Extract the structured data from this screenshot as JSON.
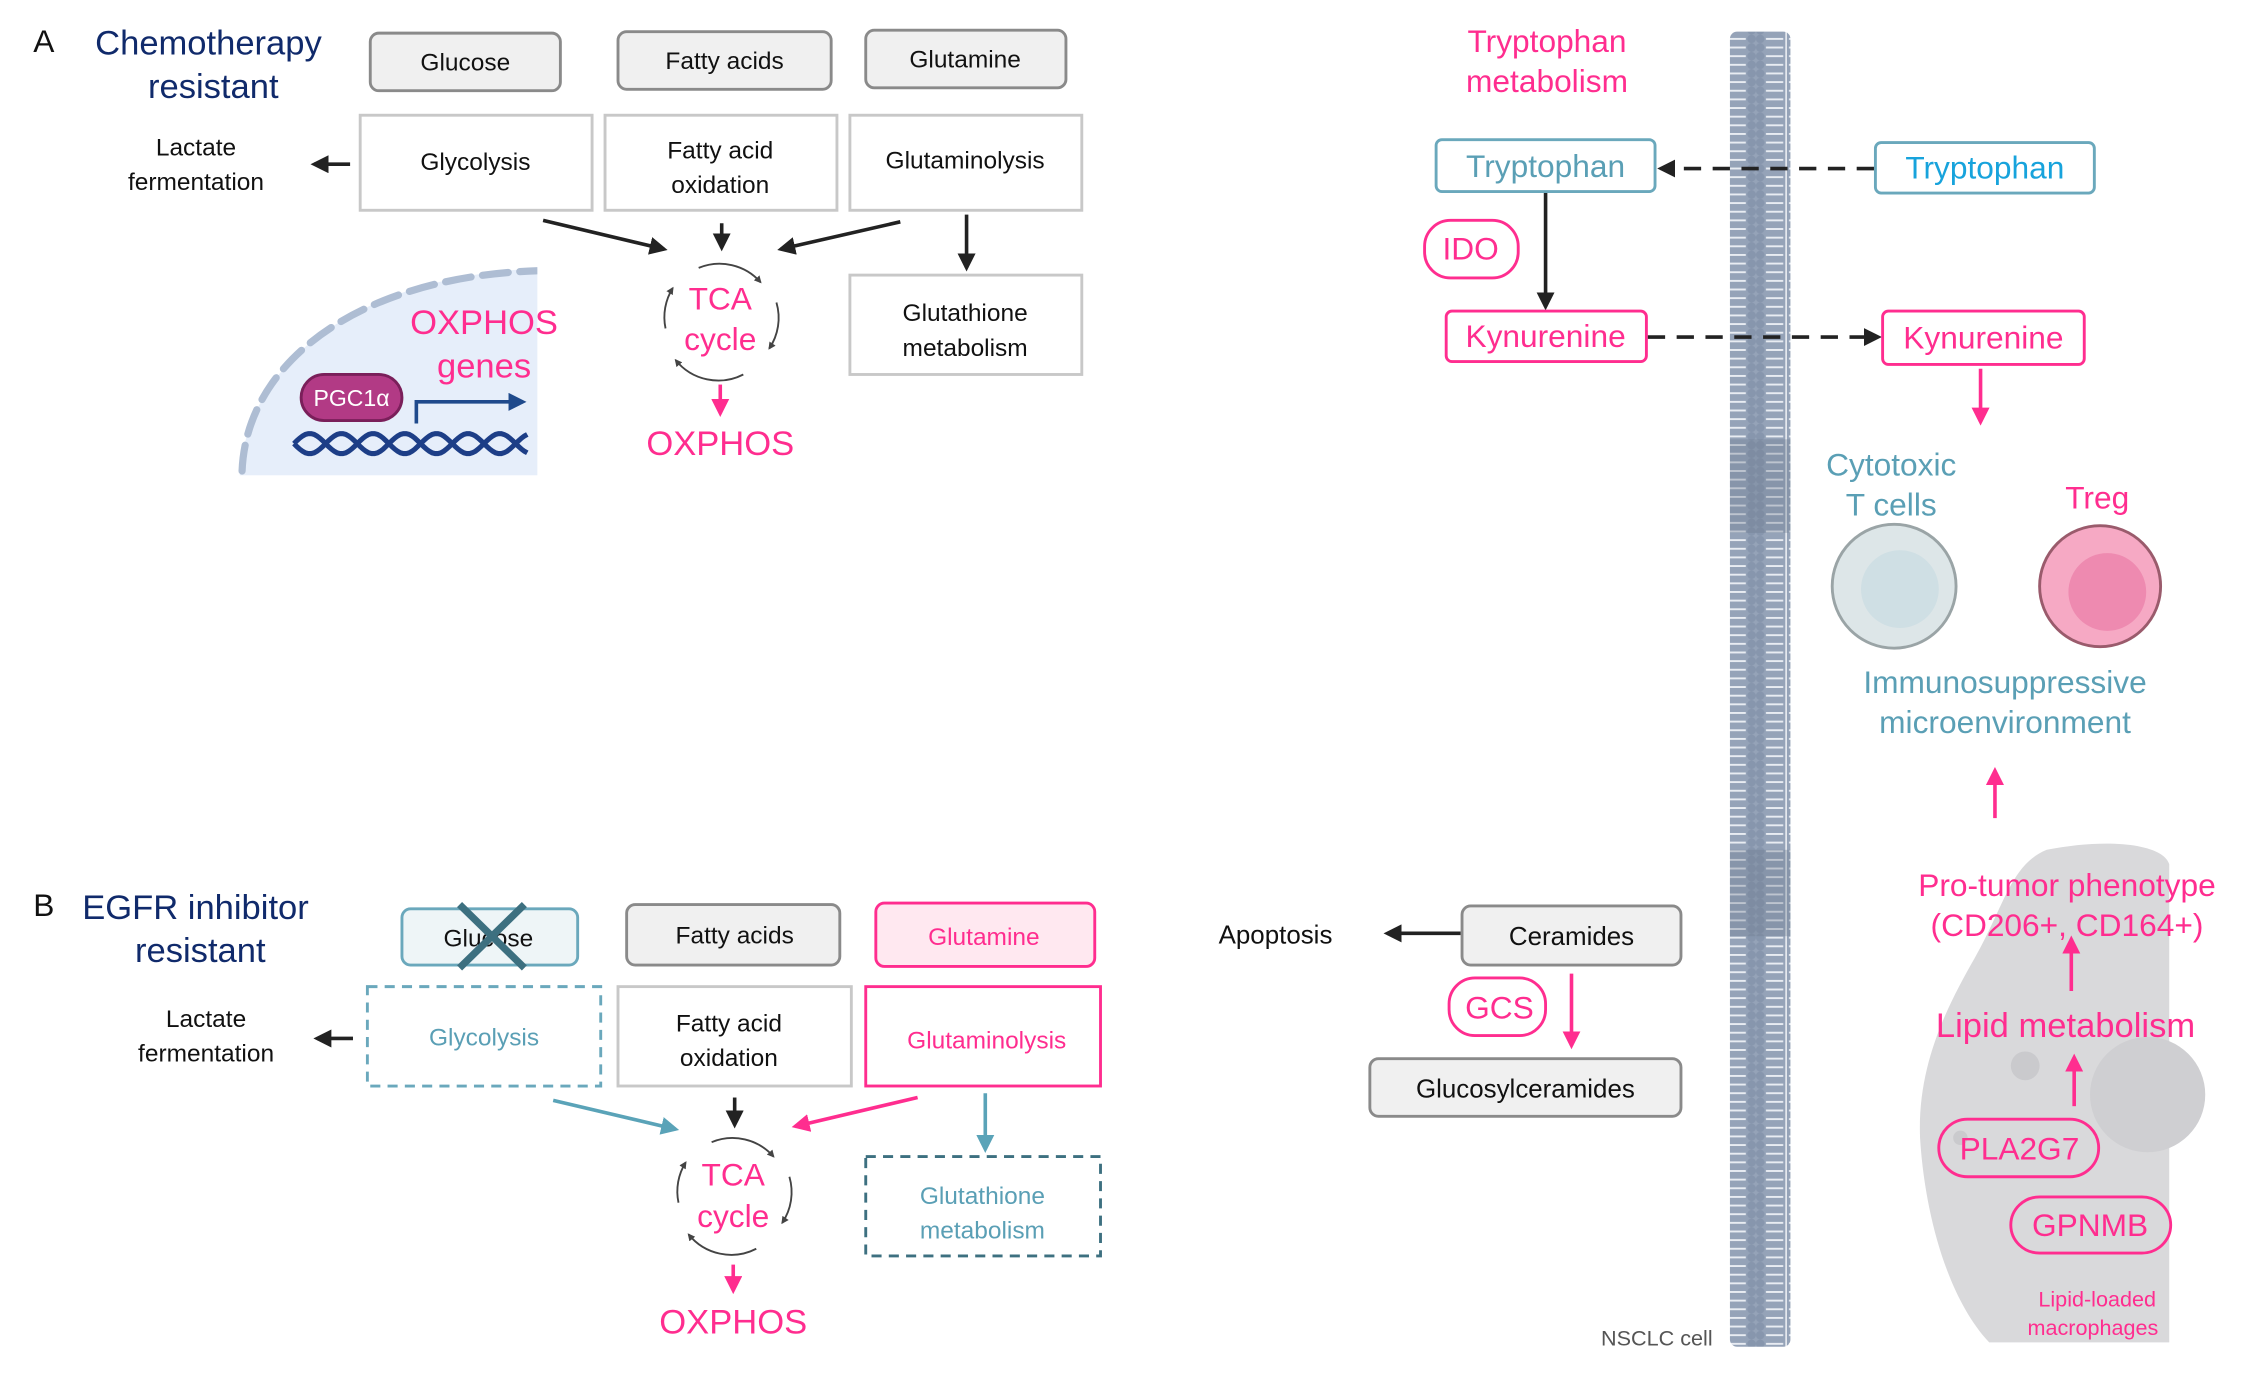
{
  "colors": {
    "pink": "#ff2d8f",
    "navy": "#102a6b",
    "teal": "#5a9fb5",
    "cyan": "#17a3dc",
    "membrane": "#95a3b8"
  },
  "panel_a": {
    "label": "A",
    "title": [
      "Chemotherapy",
      "resistant"
    ],
    "substrates": [
      "Glucose",
      "Fatty acids",
      "Glutamine"
    ],
    "pathways": {
      "glycolysis": "Glycolysis",
      "fao": [
        "Fatty acid",
        "oxidation"
      ],
      "glutaminolysis": "Glutaminolysis"
    },
    "lactate": [
      "Lactate",
      "fermentation"
    ],
    "glutathione": [
      "Glutathione",
      "metabolism"
    ],
    "tca": [
      "TCA",
      "cycle"
    ],
    "oxphos": "OXPHOS",
    "nucleus": {
      "genes": [
        "OXPHOS",
        "genes"
      ],
      "factor": "PGC1α"
    }
  },
  "panel_b": {
    "label": "B",
    "title": [
      "EGFR inhibitor",
      "resistant"
    ],
    "substrates": [
      "Glucose",
      "Fatty acids",
      "Glutamine"
    ],
    "glucose_blocked": true,
    "pathways": {
      "glycolysis": "Glycolysis",
      "fao": [
        "Fatty acid",
        "oxidation"
      ],
      "glutaminolysis": "Glutaminolysis"
    },
    "lactate": [
      "Lactate",
      "fermentation"
    ],
    "glutathione": [
      "Glutathione",
      "metabolism"
    ],
    "tca": [
      "TCA",
      "cycle"
    ],
    "oxphos": "OXPHOS"
  },
  "tryptophan": {
    "title": [
      "Tryptophan",
      "metabolism"
    ],
    "inside": "Tryptophan",
    "outside": "Tryptophan",
    "enzyme": "IDO",
    "kyn_inside": "Kynurenine",
    "kyn_outside": "Kynurenine",
    "tcells": [
      "Cytotoxic",
      "T cells"
    ],
    "treg": "Treg",
    "immuno": [
      "Immunosuppressive",
      "microenvironment"
    ]
  },
  "ceramide": {
    "apoptosis": "Apoptosis",
    "ceramides": "Ceramides",
    "enzyme": "GCS",
    "glucosylceramides": "Glucosylceramides"
  },
  "macrophage": {
    "phenotype": [
      "Pro-tumor phenotype",
      "(CD206+, CD164+)"
    ],
    "lipid": "Lipid metabolism",
    "genes": [
      "PLA2G7",
      "GPNMB"
    ],
    "label": [
      "Lipid-loaded",
      "macrophages"
    ]
  },
  "membrane_label": "NSCLC cell"
}
